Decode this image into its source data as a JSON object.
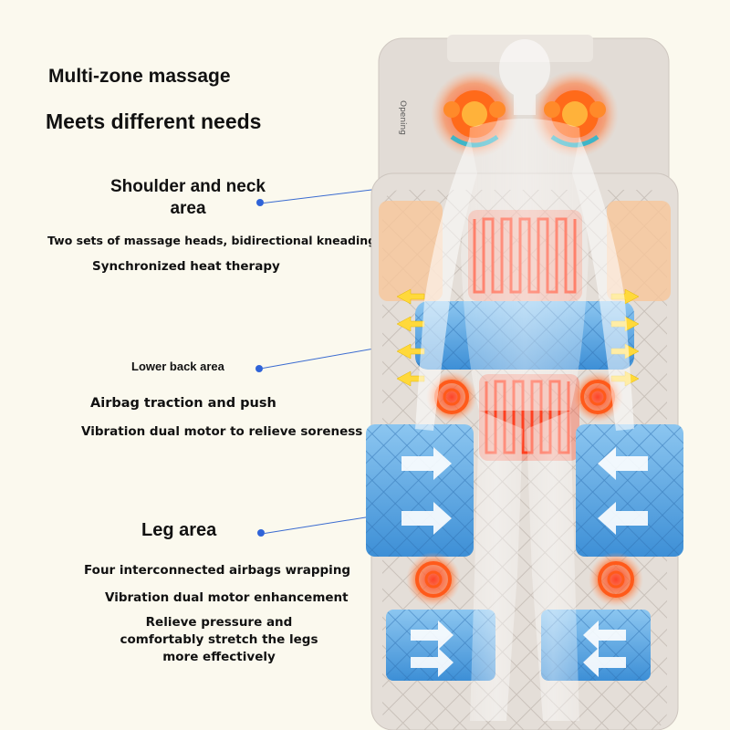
{
  "headline": {
    "line1": "Multi-zone massage",
    "line2": "Meets different needs"
  },
  "zones": {
    "shoulder": {
      "title": "Shoulder and neck area",
      "desc1": "Two sets of massage heads, bidirectional kneading",
      "desc2": "Synchronized heat therapy"
    },
    "lower_back": {
      "title": "Lower back area",
      "desc1": "Airbag traction and push",
      "desc2": "Vibration dual motor to relieve soreness"
    },
    "leg": {
      "title": "Leg area",
      "desc1": "Four interconnected airbags wrapping",
      "desc2": "Vibration dual motor enhancement",
      "desc3": "Relieve pressure and comfortably stretch the legs more effectively"
    }
  },
  "pillow_label": "Opening",
  "colors": {
    "background": "#fbf9ee",
    "mat": "#e4ded8",
    "airbag": "#5aa2dd",
    "heat": "#ff4a2a",
    "connector": "#2f63d8"
  }
}
